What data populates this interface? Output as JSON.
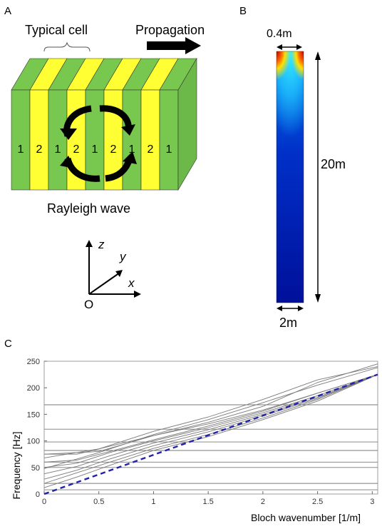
{
  "panel_a": {
    "label": "A",
    "typical_cell": "Typical cell",
    "propagation": "Propagation",
    "layer_labels": [
      "1",
      "2",
      "1",
      "2",
      "1",
      "2",
      "1",
      "2",
      "1"
    ],
    "wave_label": "Rayleigh wave",
    "axis_z": "z",
    "axis_y": "y",
    "axis_x": "x",
    "origin": "O",
    "colors": {
      "layer1": "#78c850",
      "layer2": "#ffff33",
      "arrow": "#000000"
    }
  },
  "panel_b": {
    "label": "B",
    "top_width": "0.4m",
    "depth": "20m",
    "bottom_width": "2m"
  },
  "panel_c": {
    "label": "C"
  },
  "chart_data": {
    "type": "line",
    "xlabel": "Bloch wavenumber [1/m]",
    "ylabel": "Frequency [Hz]",
    "xlim": [
      0,
      3.05
    ],
    "ylim": [
      0,
      250
    ],
    "xticks": [
      "0",
      "0.5",
      "1",
      "1.5",
      "2",
      "2.5",
      "3"
    ],
    "xtick_values": [
      0,
      0.5,
      1,
      1.5,
      2,
      2.5,
      3
    ],
    "yticks": [
      "0",
      "50",
      "100",
      "150",
      "200",
      "250"
    ],
    "ytick_values": [
      0,
      50,
      100,
      150,
      200,
      250
    ],
    "flat_bands": [
      8,
      20,
      50,
      60,
      82,
      98,
      122,
      168
    ],
    "dispersion_curves": [
      {
        "x": [
          0,
          0.3,
          0.6,
          1,
          1.5,
          2,
          2.5,
          3.05
        ],
        "y": [
          75,
          75,
          90,
          110,
          132,
          158,
          190,
          225
        ]
      },
      {
        "x": [
          0,
          0.3,
          0.6,
          1,
          1.5,
          2,
          2.5,
          3.05
        ],
        "y": [
          60,
          64,
          80,
          102,
          128,
          156,
          190,
          225
        ]
      },
      {
        "x": [
          0,
          0.3,
          0.6,
          1,
          1.5,
          2,
          2.5,
          3.05
        ],
        "y": [
          50,
          58,
          78,
          100,
          125,
          153,
          185,
          225
        ]
      },
      {
        "x": [
          0,
          0.3,
          0.6,
          1,
          1.5,
          2,
          2.5,
          3.05
        ],
        "y": [
          38,
          52,
          72,
          96,
          121,
          150,
          182,
          225
        ]
      },
      {
        "x": [
          0,
          0.3,
          0.6,
          1,
          1.5,
          2,
          2.5,
          3.05
        ],
        "y": [
          28,
          45,
          66,
          91,
          117,
          147,
          180,
          225
        ]
      },
      {
        "x": [
          0,
          0.3,
          0.6,
          1,
          1.5,
          2,
          2.5,
          3.05
        ],
        "y": [
          20,
          40,
          60,
          86,
          112,
          143,
          178,
          225
        ]
      },
      {
        "x": [
          0,
          0.3,
          0.6,
          1,
          1.5,
          2,
          2.5,
          3.05
        ],
        "y": [
          12,
          32,
          54,
          82,
          108,
          140,
          175,
          225
        ]
      },
      {
        "x": [
          0,
          0.5,
          1,
          1.5,
          2,
          2.5,
          3.05
        ],
        "y": [
          75,
          80,
          110,
          135,
          165,
          210,
          245
        ]
      },
      {
        "x": [
          0,
          0.5,
          1,
          1.5,
          2,
          2.5,
          3.05
        ],
        "y": [
          68,
          85,
          118,
          145,
          178,
          215,
          240
        ]
      },
      {
        "x": [
          0,
          0.5,
          1,
          1.5,
          2,
          2.5,
          3.05
        ],
        "y": [
          48,
          78,
          112,
          140,
          172,
          205,
          238
        ]
      }
    ],
    "rayleigh_line": {
      "x": [
        0,
        3.05
      ],
      "y": [
        0,
        225
      ],
      "color": "#2222aa",
      "dash": "dashed"
    },
    "grid": false
  }
}
